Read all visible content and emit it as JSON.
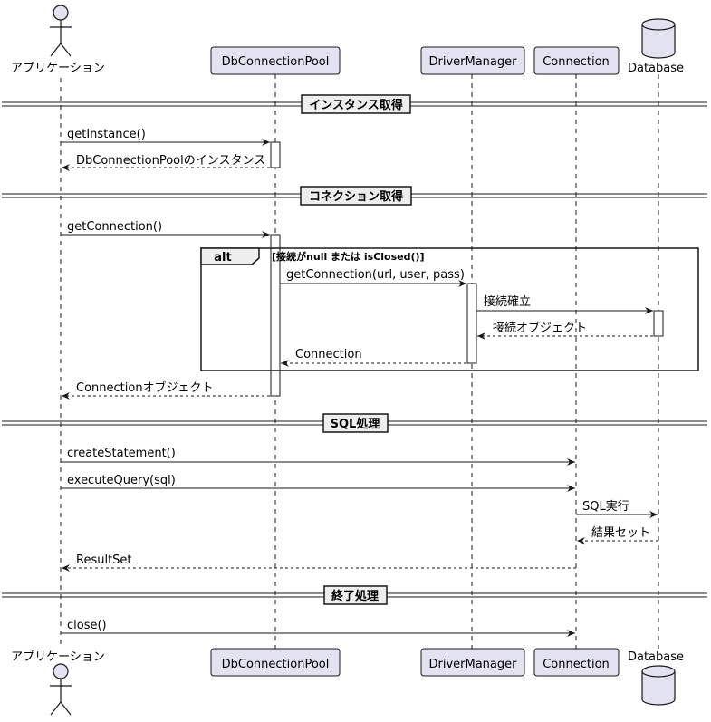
{
  "participants": {
    "actor": "アプリケーション",
    "pool": "DbConnectionPool",
    "driver": "DriverManager",
    "connection": "Connection",
    "database": "Database"
  },
  "dividers": {
    "d1": "インスタンス取得",
    "d2": "コネクション取得",
    "d3": "SQL処理",
    "d4": "終了処理"
  },
  "messages": {
    "m1": "getInstance()",
    "m2": "DbConnectionPoolのインスタンス",
    "m3": "getConnection()",
    "m4": "getConnection(url, user, pass)",
    "m5": "接続確立",
    "m6": "接続オブジェクト",
    "m7": "Connection",
    "m8": "Connectionオブジェクト",
    "m9": "createStatement()",
    "m10": "executeQuery(sql)",
    "m11": "SQL実行",
    "m12": "結果セット",
    "m13": "ResultSet",
    "m14": "close()"
  },
  "alt": {
    "keyword": "alt",
    "condition": "[接続がnull または isClosed()]"
  },
  "colors": {
    "participant_fill": "#E2E2F0",
    "stroke": "#181818",
    "divider_fill": "#EEEEEE"
  }
}
